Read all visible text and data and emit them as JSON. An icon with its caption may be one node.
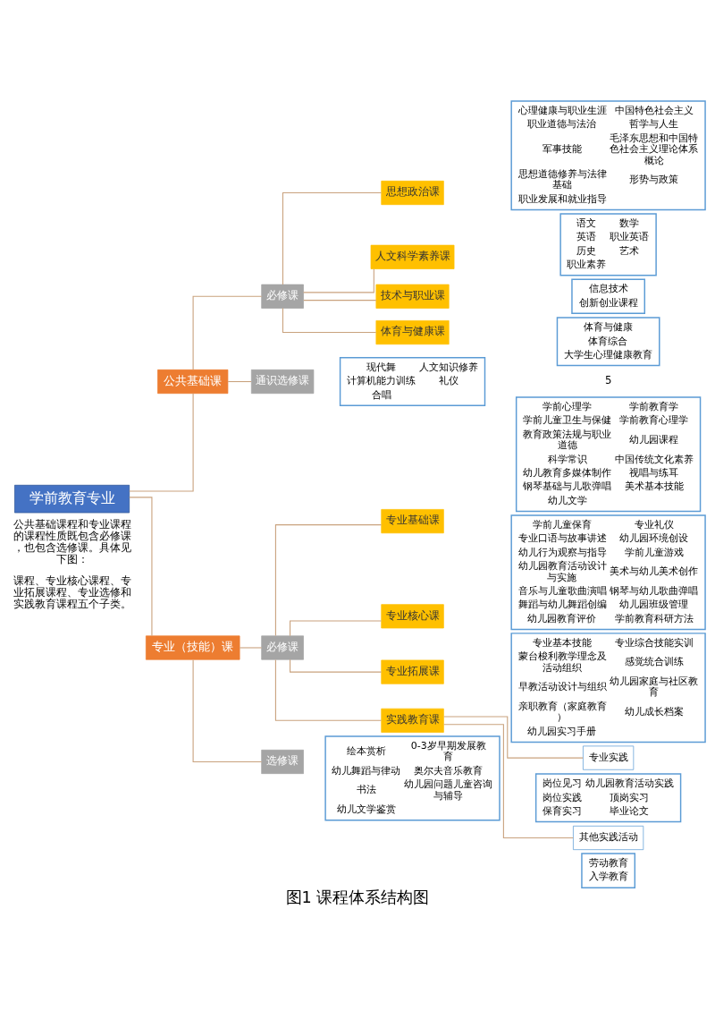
{
  "diagram": {
    "caption": "图1 课程体系结构图",
    "nodes": [
      {
        "text": [
          "学前教育专业"
        ]
      },
      {
        "text": [
          "公共基础课"
        ]
      },
      {
        "text": [
          "专业（技能）课"
        ]
      },
      {
        "text": [
          "必修课"
        ]
      },
      {
        "text": [
          "通识选修课"
        ]
      },
      {
        "text": [
          "思想政治课"
        ]
      },
      {
        "text": [
          "人文科学素养课"
        ]
      },
      {
        "text": [
          "技术与职业课"
        ]
      },
      {
        "text": [
          "体育与健康课"
        ]
      },
      {
        "text": [
          "心理健康与职业生涯",
          "中国特色社会主义",
          "职业道德与法治",
          "哲学与人生",
          "军事技能",
          "毛泽东思想和中国特色社会主义理论体系概论",
          "思想道德修养与法律基础",
          "形势与政策",
          "职业发展和就业指导"
        ]
      },
      {
        "text": [
          "语文",
          "数学",
          "英语",
          "职业英语",
          "历史",
          "艺术",
          "职业素养"
        ]
      },
      {
        "text": [
          "信息技术",
          "创新创业课程"
        ]
      },
      {
        "text": [
          "体育与健康",
          "体育综合",
          "大学生心理健康教育"
        ]
      },
      {
        "text": [
          "现代舞",
          "人文知识修养",
          "计算机能力训练",
          "礼仪",
          "合唱"
        ]
      },
      {
        "text": [
          "必修课"
        ]
      },
      {
        "text": [
          "选修课"
        ]
      },
      {
        "text": [
          "专业基础课"
        ]
      },
      {
        "text": [
          "专业核心课"
        ]
      },
      {
        "text": [
          "专业拓展课"
        ]
      },
      {
        "text": [
          "实践教育课"
        ]
      },
      {
        "text": [
          "学前心理学",
          "学前教育学",
          "学前儿童卫生与保健",
          "学前教育心理学",
          "教育政策法规与职业道德",
          "幼儿园课程",
          "科学常识",
          "中国传统文化素养",
          "幼儿教育多媒体制作",
          "视唱与练耳",
          "钢琴基础与儿歌弹唱",
          "美术基本技能",
          "幼儿文学"
        ]
      },
      {
        "text": [
          "学前儿童保育",
          "专业礼仪",
          "专业口语与故事讲述",
          "幼儿园环境创设",
          "幼儿行为观察与指导",
          "学前儿童游戏",
          "幼儿园教育活动设计与实施",
          "美术与幼儿美术创作",
          "音乐与儿童歌曲演唱",
          "钢琴与幼儿歌曲弹唱",
          "舞蹈与幼儿舞蹈创编",
          "幼儿园班级管理",
          "幼儿园教育评价",
          "学前教育科研方法"
        ]
      },
      {
        "text": [
          "专业基本技能",
          "专业综合技能实训",
          "蒙台梭利教学理念及活动组织",
          "感觉统合训练",
          "早教活动设计与组织",
          "幼儿园家庭与社区教育",
          "亲职教育（家庭教育）",
          "幼儿成长档案",
          "幼儿园实习手册"
        ]
      },
      {
        "text": [
          "专业实践"
        ]
      },
      {
        "text": [
          "其他实践活动"
        ]
      },
      {
        "text": [
          "岗位见习",
          "幼儿园教育活动实践",
          "岗位实践",
          "顶岗实习",
          "保育实习",
          "毕业论文"
        ]
      },
      {
        "text": [
          "劳动教育",
          "入学教育"
        ]
      },
      {
        "text": [
          "绘本赏析",
          "0-3岁早期发展教育",
          "幼儿舞蹈与律动",
          "奥尔夫音乐教育",
          "书法",
          "幼儿园问题儿童咨询与辅导",
          "幼儿文学鉴赏"
        ]
      }
    ],
    "edges": [
      {
        "from": 0,
        "to": 1,
        "arrow": "none"
      },
      {
        "from": 0,
        "to": 2,
        "arrow": "none"
      },
      {
        "from": 1,
        "to": 3,
        "arrow": "none"
      },
      {
        "from": 1,
        "to": 4,
        "arrow": "none"
      },
      {
        "from": 3,
        "to": 5,
        "arrow": "none"
      },
      {
        "from": 3,
        "to": 6,
        "arrow": "none"
      },
      {
        "from": 3,
        "to": 7,
        "arrow": "none"
      },
      {
        "from": 3,
        "to": 8,
        "arrow": "none"
      },
      {
        "from": 2,
        "to": 14,
        "arrow": "none"
      },
      {
        "from": 2,
        "to": 15,
        "arrow": "none"
      },
      {
        "from": 14,
        "to": 16,
        "arrow": "none"
      },
      {
        "from": 14,
        "to": 17,
        "arrow": "none"
      },
      {
        "from": 14,
        "to": 18,
        "arrow": "none"
      },
      {
        "from": 14,
        "to": 19,
        "arrow": "none"
      },
      {
        "from": 19,
        "to": 23,
        "arrow": "none"
      },
      {
        "from": 19,
        "to": 24,
        "arrow": "none"
      }
    ],
    "labels": [
      "课程、专业核心课程、专业拓展课程、专业选修和实践教育课程五个子类。",
      "公共基础课程和专业课程的课程性质既包含必修课，也包含选修课。具体见下图：",
      "5"
    ]
  }
}
